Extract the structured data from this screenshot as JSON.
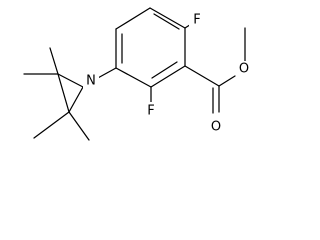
{
  "molecule": {
    "atoms": {
      "f_top": "F",
      "f_bottom": "F",
      "o_ester": "O",
      "o_carbonyl": "O",
      "n_aziridine": "N"
    },
    "colors": {
      "bond": "#000000",
      "background": "#ffffff"
    }
  }
}
